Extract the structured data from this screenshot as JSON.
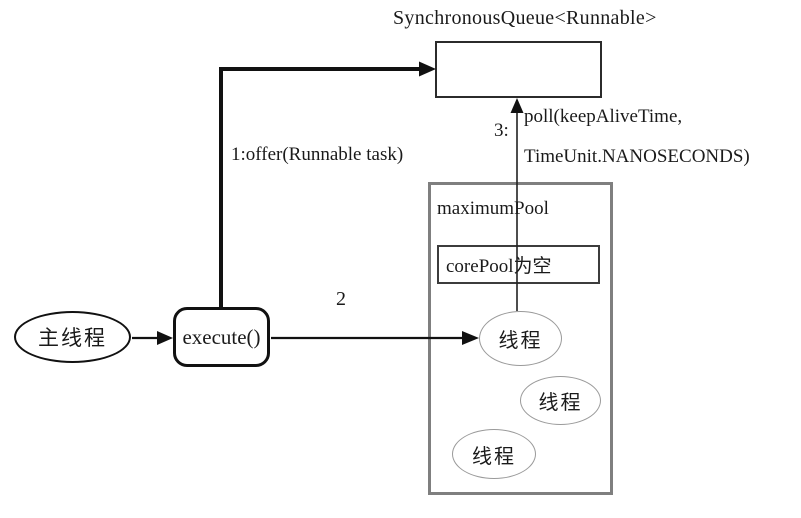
{
  "diagram": {
    "title": "SynchronousQueue<Runnable>",
    "nodes": {
      "main_thread": "主线程",
      "execute": "execute()",
      "maximum_pool": "maximumPool",
      "core_pool": "corePool为空",
      "thread1": "线程",
      "thread2": "线程",
      "thread3": "线程"
    },
    "labels": {
      "offer": "1:offer(Runnable task)",
      "step2": "2",
      "step3": "3:",
      "poll_line1": "poll(keepAliveTime,",
      "poll_line2": "TimeUnit.NANOSECONDS)"
    },
    "colors": {
      "line": "#111111",
      "queue_border": "#2b2b2b",
      "pool_border": "#7f7f7f",
      "core_border": "#3c3c3c",
      "thread_border": "#9a9a9a",
      "text": "#1a1a1a",
      "background": "#ffffff"
    }
  }
}
